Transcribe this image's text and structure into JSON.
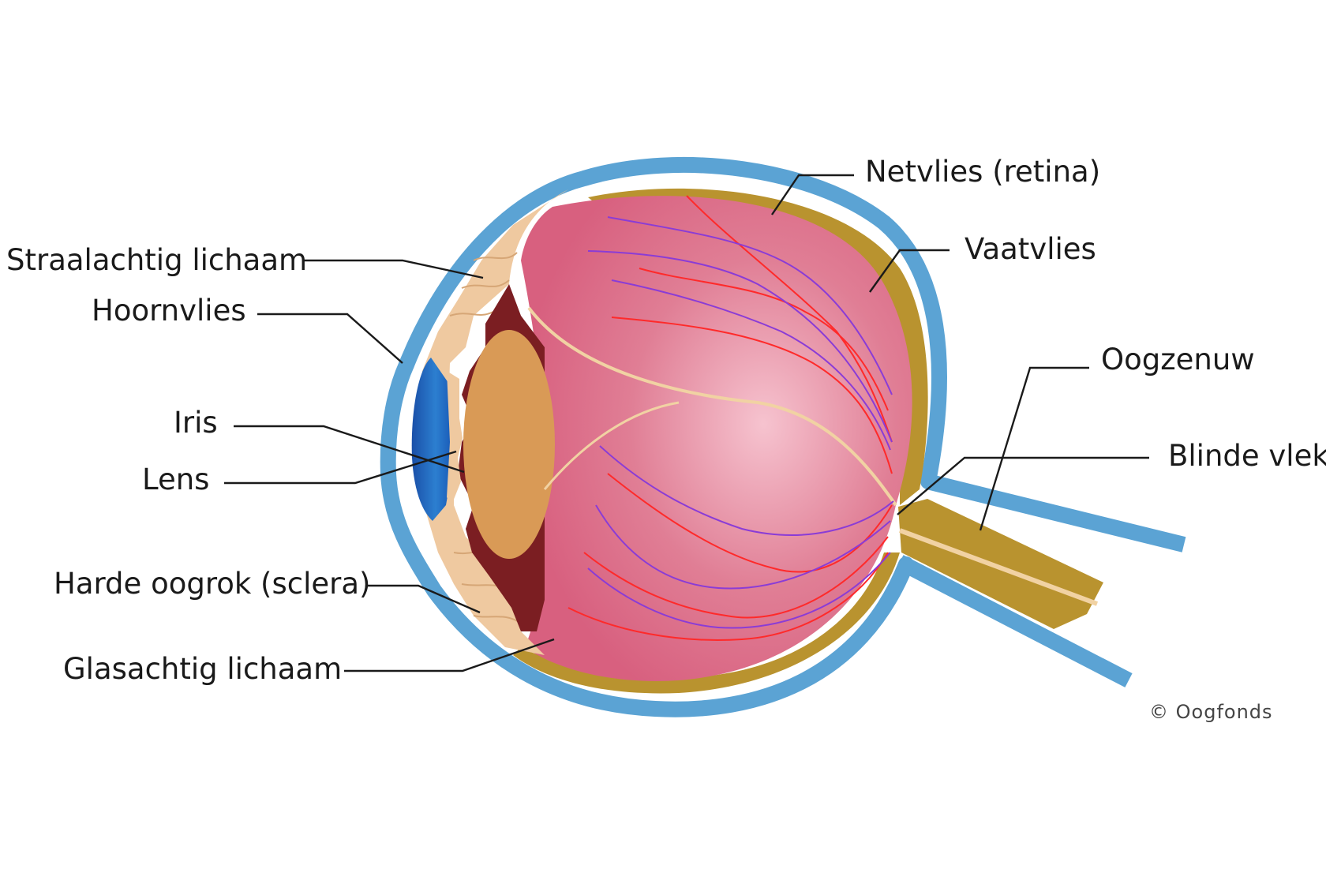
{
  "diagram": {
    "labels": {
      "retina": "Netvlies (retina)",
      "choroid": "Vaatvlies",
      "ciliary_body": "Straalachtig lichaam",
      "cornea": "Hoornvlies",
      "optic_nerve": "Oogzenuw",
      "iris": "Iris",
      "blind_spot": "Blinde vlek",
      "lens": "Lens",
      "sclera": "Harde oogrok (sclera)",
      "vitreous": "Glasachtig lichaam"
    },
    "copyright": "© Oogfonds"
  },
  "colors": {
    "sclera": "#5ba3d4",
    "choroid": "#b9932f",
    "vitreous": "#d8607f",
    "vitreous_center": "#f6c3cf",
    "ciliary": "#efc9a0",
    "iris": "#7b1e22",
    "lens": "#d99a56",
    "cornea": "#1f6fc4",
    "artery": "#ff2a2a",
    "vein": "#8a3cd6",
    "nerve_fiber": "#f1d2a3"
  }
}
